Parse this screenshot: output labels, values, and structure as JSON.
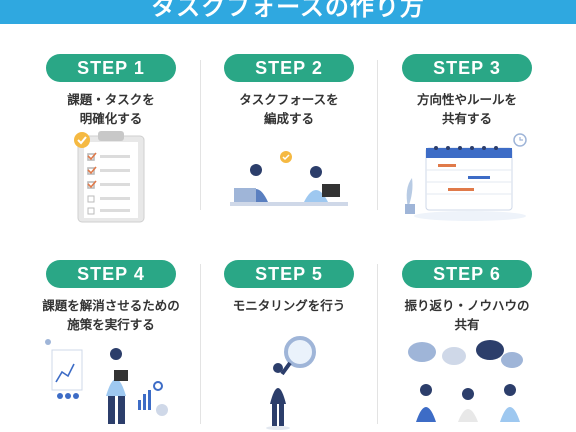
{
  "header": {
    "title": "タスクフォースの作り方"
  },
  "steps": [
    {
      "label": "STEP 1",
      "line1": "課題・タスクを",
      "line2": "明確化する",
      "illustration": "checklist-clipboard"
    },
    {
      "label": "STEP 2",
      "line1": "タスクフォースを",
      "line2": "編成する",
      "illustration": "team-meeting-laptops"
    },
    {
      "label": "STEP 3",
      "line1": "方向性やルールを",
      "line2": "共有する",
      "illustration": "calendar-schedule"
    },
    {
      "label": "STEP 4",
      "line1": "課題を解消させるための",
      "line2": "施策を実行する",
      "illustration": "presentation-charts"
    },
    {
      "label": "STEP 5",
      "line1": "モニタリングを行う",
      "line2": "",
      "illustration": "person-magnifier"
    },
    {
      "label": "STEP 6",
      "line1": "振り返り・ノウハウの",
      "line2": "共有",
      "illustration": "people-speech-bubbles"
    }
  ],
  "colors": {
    "header": "#2fa8e0",
    "pill": "#2aa786",
    "text": "#333333",
    "accent_navy": "#2c3e6b",
    "accent_orange": "#f5b942"
  }
}
